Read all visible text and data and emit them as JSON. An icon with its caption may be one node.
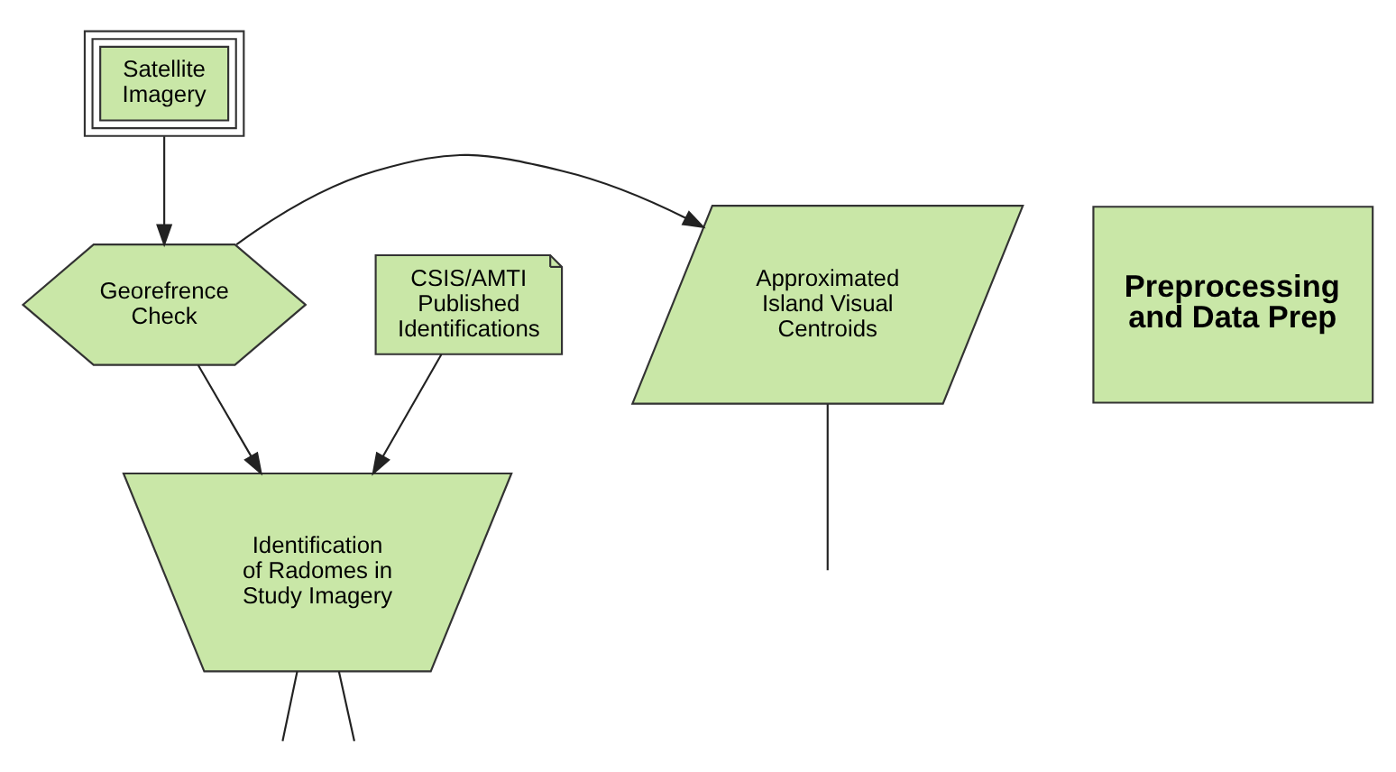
{
  "diagram": {
    "nodes": [
      {
        "text": [
          "Satellite Imagery"
        ]
      },
      {
        "text": [
          "Georefrence Check"
        ]
      },
      {
        "text": [
          "Approximated Island Visual Centroids"
        ]
      },
      {
        "text": [
          "CSIS/AMTI Published Identifications"
        ]
      },
      {
        "text": [
          "Identification of Radomes in Study Imagery"
        ]
      },
      {
        "text": [
          "Preprocessing and Data Prep"
        ]
      }
    ],
    "edges": [
      {
        "from": 0,
        "to": 1,
        "arrow": "to"
      },
      {
        "from": 1,
        "to": 2,
        "arrow": "to"
      },
      {
        "from": 1,
        "to": 4,
        "arrow": "to"
      },
      {
        "from": 3,
        "to": 4,
        "arrow": "to"
      },
      {
        "from": 2,
        "to": null,
        "arrow": "none"
      },
      {
        "from": 4,
        "to": null,
        "arrow": "none"
      },
      {
        "from": 4,
        "to": null,
        "arrow": "none"
      }
    ]
  }
}
